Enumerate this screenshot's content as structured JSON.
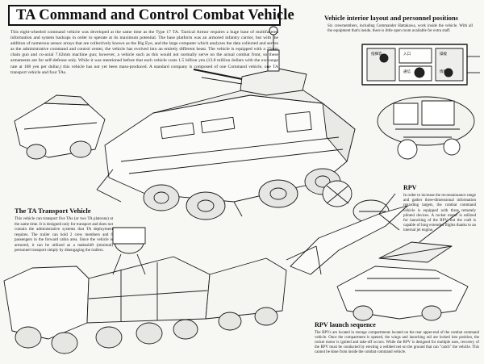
{
  "title": "TA Command and Control Combat Vehicle",
  "intro": {
    "text": "This eight-wheeled command vehicle was developed at the same time as the Type 17 TA. Tactical Armor requires a huge base of multifaceted information and system backups in order to operate at its maximum potential. The base platform was an armored infantry carrier, but with the addition of numerous sensor arrays that are collectively known as the Big Eye, and the large computer which analyzes the data collected and serves as the administrative command and control center, the vehicle has evolved into an entirely different beast. The vehicle is equipped with a 25mm chain gun and co-axial 7.62mm machine gun; however, a vehicle such as this would not normally serve on the actual combat front, so these armaments are for self-defense only. While it was mentioned before that each vehicle costs 1.5 billion yen (13.8 million dollars with the exchange rate at 108 yen per dollar,) this vehicle has not yet been mass-produced. A standard company is composed of one Command vehicle, one TA transport vehicle and four TAs."
  },
  "interior": {
    "heading": "Vehicle interior layout and personnel positions",
    "text": "Six crewmembers, including Commander Hattakawa, work inside the vehicle. With all the equipment that's inside, there is little open room available for extra staff."
  },
  "transport": {
    "heading": "The TA Transport Vehicle",
    "text": "This vehicle can transport five TAs (or two TA platoons) at the same time. It is designed only for transport and does not contain the administrative systems that TA deployment requires. The trailer can hold 2 crew members and 6 passengers in the forward cabin area. Since the vehicle is armored, it can be utilized as a makeshift (minimal) personnel transport simply by disengaging the trailers."
  },
  "rpv": {
    "heading": "RPV",
    "text": "In order to increase the reconnaissance range and gather three-dimensional information regarding targets, the combat command vehicle is equipped with three remotely piloted devices. A rocket motor is utilized for launching of the RPV, but the craft is capable of long extended flights thanks to an internal jet engine."
  },
  "launch": {
    "heading": "RPV launch sequence",
    "text": "The RPVs are located in storage compartments located on the rear upper-end of the combat command vehicle. Once the compartment is opened, the wings and launching rail are locked into position, the rocket motor is ignited and take-off occurs. While the RPV is designed for multiple uses, recovery of the RPV must be conducted by erecting a webbed net on the ground that can \"catch\" the vehicle. This cannot be done from inside the combat command vehicle."
  },
  "floorplan_labels": [
    "入口",
    "通信",
    "操縦",
    "指揮官",
    "情報"
  ]
}
